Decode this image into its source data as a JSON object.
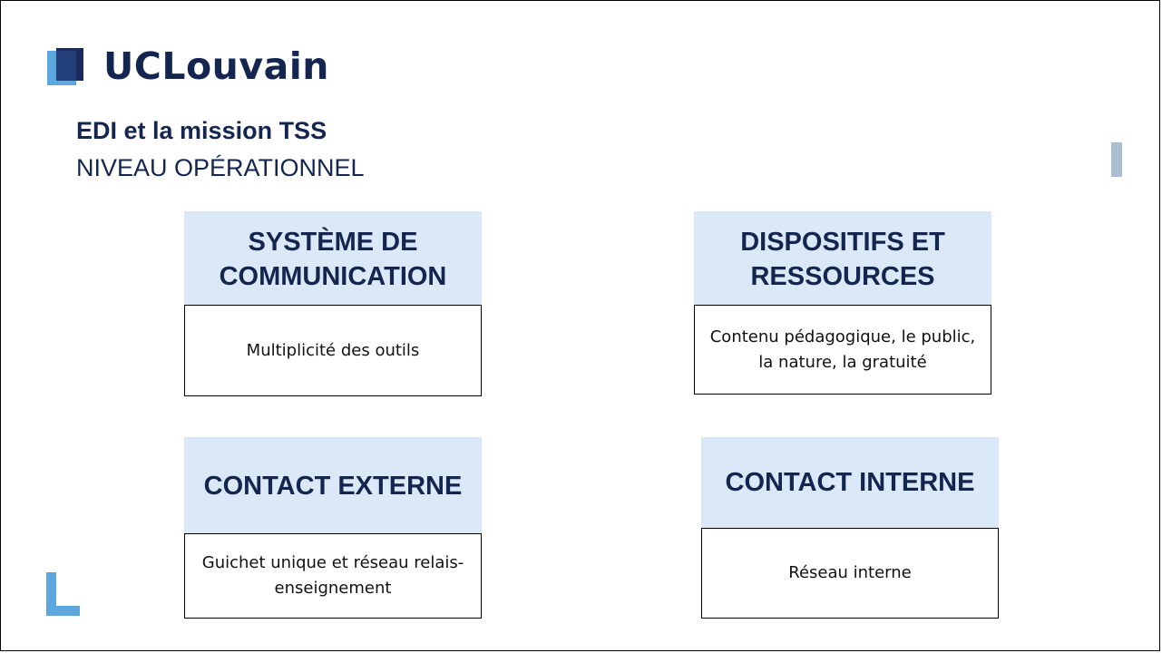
{
  "brand": {
    "name": "UCLouvain",
    "colors": {
      "navy": "#14254f",
      "dark_blue": "#1b2a5c",
      "light_blue": "#5ca7de",
      "header_fill": "#dbe8f7",
      "grey_bar": "#a9bcd1"
    }
  },
  "slide": {
    "title": "EDI et la mission TSS",
    "subtitle": "NIVEAU OPÉRATIONNEL"
  },
  "cards": [
    {
      "heading": "SYSTÈME DE COMMUNICATION",
      "body": "Multiplicité des outils"
    },
    {
      "heading": "DISPOSITIFS ET RESSOURCES",
      "body": "Contenu pédagogique, le public, la nature, la gratuité"
    },
    {
      "heading": "CONTACT EXTERNE",
      "body": "Guichet unique et réseau relais-enseignement"
    },
    {
      "heading": "CONTACT INTERNE",
      "body": "Réseau interne"
    }
  ]
}
